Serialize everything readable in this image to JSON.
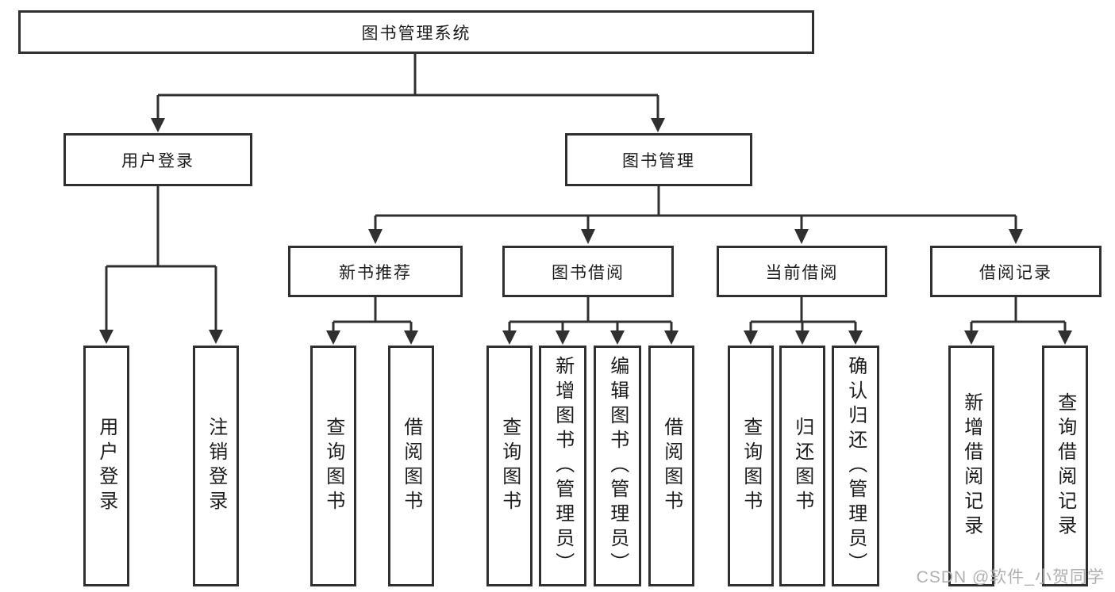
{
  "diagram": {
    "root": {
      "label": "图书管理系统"
    },
    "branches": [
      {
        "label": "用户登录",
        "children": [
          {
            "label": "用户登录"
          },
          {
            "label": "注销登录"
          }
        ]
      },
      {
        "label": "图书管理",
        "children": [
          {
            "label": "新书推荐",
            "children": [
              {
                "label": "查询图书"
              },
              {
                "label": "借阅图书"
              }
            ]
          },
          {
            "label": "图书借阅",
            "children": [
              {
                "label": "查询图书"
              },
              {
                "label": "新增图书（管理员）"
              },
              {
                "label": "编辑图书（管理员）"
              },
              {
                "label": "借阅图书"
              }
            ]
          },
          {
            "label": "当前借阅",
            "children": [
              {
                "label": "查询图书"
              },
              {
                "label": "归还图书"
              },
              {
                "label": "确认归还（管理员）"
              }
            ]
          },
          {
            "label": "借阅记录",
            "children": [
              {
                "label": "新增借阅记录"
              },
              {
                "label": "查询借阅记录"
              }
            ]
          }
        ]
      }
    ]
  },
  "watermark": {
    "text": "CSDN @软件_小贺同学"
  },
  "colors": {
    "line": "#303030",
    "text": "#1c1c1c",
    "background": "#ffffff",
    "watermark": "#b0b0b0"
  }
}
